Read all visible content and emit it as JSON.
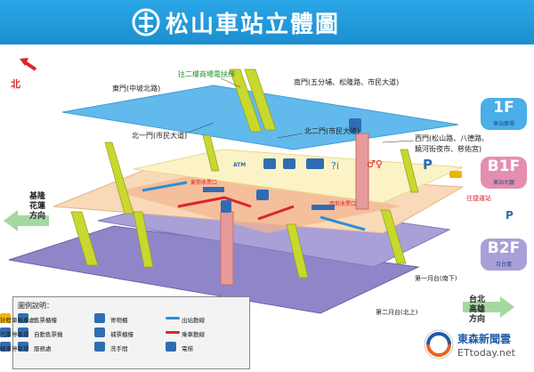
{
  "header": {
    "title": "松山車站立體圖",
    "logo_label": "台鐵 logo"
  },
  "compass": {
    "north_label": "北"
  },
  "labels": {
    "escalator_2f": "往二樓商場電扶梯",
    "east_gate": "東門(中坡北路)",
    "south_gate": "南門(五分埔、松隆路、市民大道)",
    "north1_gate": "北一門(市民大道)",
    "north2_gate": "北二門(市民大道)",
    "west_gate": "西門(松山路、八德路、",
    "west_gate_2": "饒河街夜市、慈佑宮)",
    "east_ticket_gate": "東剪收票口",
    "west_ticket_gate": "西剪收票口",
    "transfer_label": "往捷運站",
    "platform1": "第一月台(南下)",
    "platform2": "第二月台(北上)",
    "atm": "ATM"
  },
  "levels": [
    {
      "big": "1F",
      "small": "車站廣場",
      "color": "#4aaee8"
    },
    {
      "big": "B1F",
      "small": "車站大廳",
      "color": "#e48fb0"
    },
    {
      "big": "B2F",
      "small": "月台層",
      "color": "#a9a0d8"
    }
  ],
  "directions": {
    "left_line1": "基隆",
    "left_line2": "花蓮",
    "left_line3": "方向",
    "right_line1": "台北",
    "right_line2": "高雄",
    "right_line3": "方向"
  },
  "legend": {
    "title": "圖例說明：",
    "items": [
      {
        "label": "售票櫃檯",
        "icon": "ticket-counter-icon",
        "color": "#2f6db3"
      },
      {
        "label": "自動售票機",
        "icon": "ticket-machine-icon",
        "color": "#2f6db3"
      },
      {
        "label": "服務處",
        "icon": "info-icon",
        "color": "#2f6db3"
      },
      {
        "label": "寄物櫃",
        "icon": "locker-icon",
        "color": "#2f6db3"
      },
      {
        "label": "補票櫃檯",
        "icon": "fare-adjust-icon",
        "color": "#2f6db3"
      },
      {
        "label": "洗手間",
        "icon": "restroom-icon",
        "color": "#2f6db3"
      },
      {
        "label": "出站動線",
        "icon": "exit-flow-icon",
        "color": "#2b8fd8"
      },
      {
        "label": "乘車動線",
        "icon": "boarding-flow-icon",
        "color": "#d9262b"
      },
      {
        "label": "電梯",
        "icon": "elevator-icon",
        "color": "#2f6db3"
      },
      {
        "label": "計程車乘車處",
        "icon": "taxi-icon",
        "color": "#f0b400"
      },
      {
        "label": "汽車停車場",
        "icon": "car-parking-icon",
        "color": "#2f6db3"
      },
      {
        "label": "機車停車場",
        "icon": "scooter-parking-icon",
        "color": "#2f6db3"
      }
    ]
  },
  "watermark": {
    "brand": "東森新聞雲",
    "site": "ETtoday.net"
  }
}
